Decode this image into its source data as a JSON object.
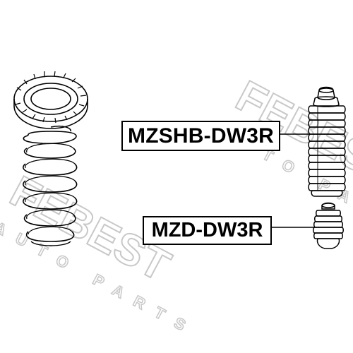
{
  "labels": {
    "part_upper": "MZSHB-DW3R",
    "part_lower": "MZD-DW3R"
  },
  "watermark": {
    "brand": "FEBEST",
    "tagline": "AUTO PARTS",
    "color": "#c8c8c8"
  },
  "colors": {
    "line": "#000000",
    "background": "#ffffff"
  }
}
